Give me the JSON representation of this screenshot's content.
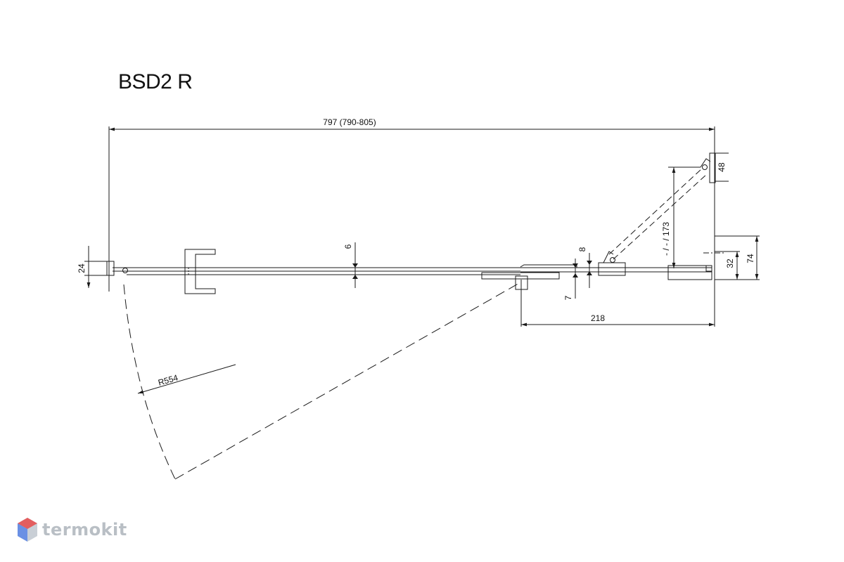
{
  "title": "BSD2 R",
  "dimensions": {
    "overall_width": "797 (790-805)",
    "profile_depth": "24",
    "glass_gap": "6",
    "handle_offset": "8",
    "lower_offset": "7",
    "fixed_width": "218",
    "swing_range": "- / - / 173",
    "hinge_size": "48",
    "wall_profile": "32",
    "wall_depth": "74",
    "radius": "R554"
  },
  "brand": {
    "name": "termokit",
    "colors": [
      "#e84a4a",
      "#4a7be8",
      "#c9cfd6"
    ]
  },
  "colors": {
    "line": "#1a1a1a"
  }
}
